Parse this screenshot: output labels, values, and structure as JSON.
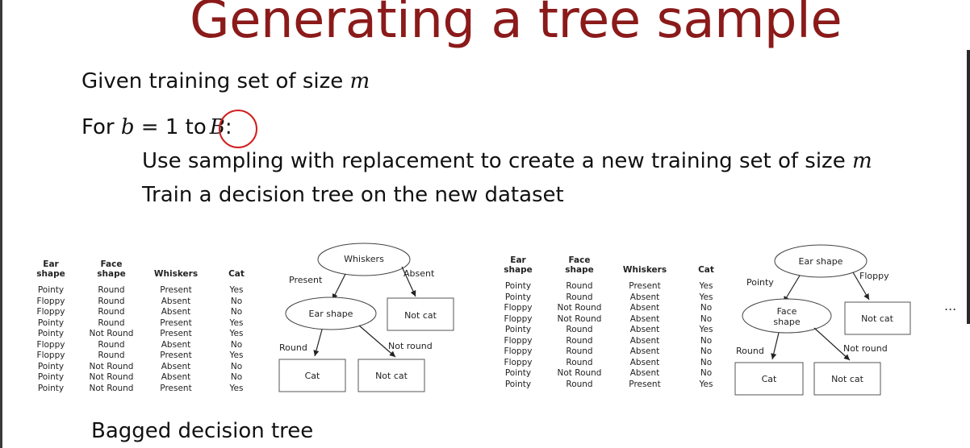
{
  "slide": {
    "title": "Generating a tree sample",
    "line1_text": "Given training set of size ",
    "line1_var": "m",
    "line2_prefix": "For ",
    "line2_var_b": "b",
    "line2_mid": " = 1 to",
    "line2_var_B": "B",
    "line2_suffix": ":",
    "line3_text": "Use sampling with replacement to create a new training set of size ",
    "line3_var": "m",
    "line4_text": "Train a decision tree on the new dataset",
    "ellipsis": "...",
    "footer": "Bagged decision tree",
    "annotation_color": "#d21f1f",
    "title_color": "#8b1a1a"
  },
  "table1": {
    "headers": [
      "Ear shape",
      "Face shape",
      "Whiskers",
      "Cat"
    ],
    "rows": [
      [
        "Pointy",
        "Round",
        "Present",
        "Yes"
      ],
      [
        "Floppy",
        "Round",
        "Absent",
        "No"
      ],
      [
        "Floppy",
        "Round",
        "Absent",
        "No"
      ],
      [
        "Pointy",
        "Round",
        "Present",
        "Yes"
      ],
      [
        "Pointy",
        "Not Round",
        "Present",
        "Yes"
      ],
      [
        "Floppy",
        "Round",
        "Absent",
        "No"
      ],
      [
        "Floppy",
        "Round",
        "Present",
        "Yes"
      ],
      [
        "Pointy",
        "Not Round",
        "Absent",
        "No"
      ],
      [
        "Pointy",
        "Not Round",
        "Absent",
        "No"
      ],
      [
        "Pointy",
        "Not Round",
        "Present",
        "Yes"
      ]
    ]
  },
  "tree1": {
    "root": "Whiskers",
    "left_edge": "Present",
    "right_edge": "Absent",
    "mid_node": "Ear shape",
    "right_leaf": "Not cat",
    "mid_left_edge": "Round",
    "mid_right_edge": "Not round",
    "leaf_left": "Cat",
    "leaf_right": "Not cat"
  },
  "table2": {
    "headers": [
      "Ear shape",
      "Face shape",
      "Whiskers",
      "Cat"
    ],
    "rows": [
      [
        "Pointy",
        "Round",
        "Present",
        "Yes"
      ],
      [
        "Pointy",
        "Round",
        "Absent",
        "Yes"
      ],
      [
        "Floppy",
        "Not Round",
        "Absent",
        "No"
      ],
      [
        "Floppy",
        "Not Round",
        "Absent",
        "No"
      ],
      [
        "Pointy",
        "Round",
        "Absent",
        "Yes"
      ],
      [
        "Floppy",
        "Round",
        "Absent",
        "No"
      ],
      [
        "Floppy",
        "Round",
        "Absent",
        "No"
      ],
      [
        "Floppy",
        "Round",
        "Absent",
        "No"
      ],
      [
        "Pointy",
        "Not Round",
        "Absent",
        "No"
      ],
      [
        "Pointy",
        "Round",
        "Present",
        "Yes"
      ]
    ]
  },
  "tree2": {
    "root": "Ear shape",
    "left_edge": "Pointy",
    "right_edge": "Floppy",
    "mid_node_line1": "Face",
    "mid_node_line2": "shape",
    "right_leaf": "Not cat",
    "mid_left_edge": "Round",
    "mid_right_edge": "Not round",
    "leaf_left": "Cat",
    "leaf_right": "Not cat"
  }
}
